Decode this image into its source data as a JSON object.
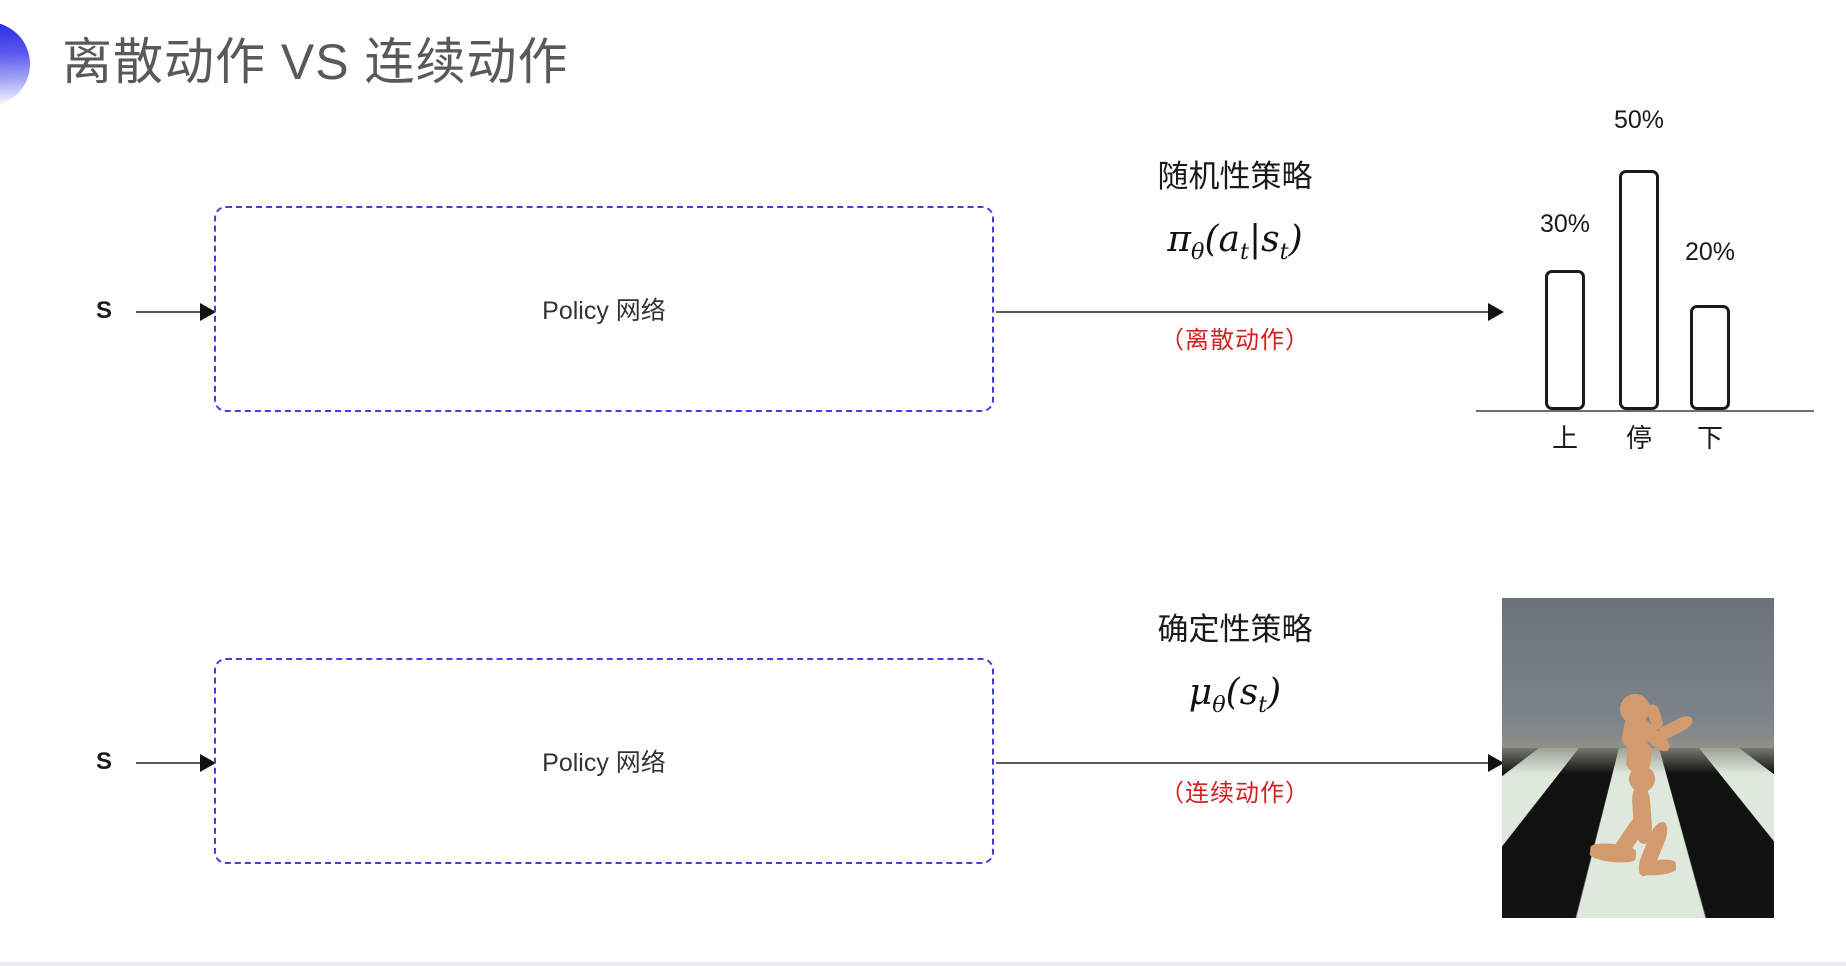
{
  "slide": {
    "title": "离散动作 VS 连续动作",
    "accent_color": "#4040d8",
    "note_color": "#d32020",
    "title_color": "#595959"
  },
  "rows": [
    {
      "id": "discrete",
      "input_label": "S",
      "box_label": "Policy 网络",
      "annotation_title": "随机性策略",
      "annotation_formula": "πθ(at|st)",
      "annotation_note": "（离散动作）"
    },
    {
      "id": "continuous",
      "input_label": "S",
      "box_label": "Policy 网络",
      "annotation_title": "确定性策略",
      "annotation_formula": "μθ(st)",
      "annotation_note": "（连续动作）"
    }
  ],
  "formula_parts": {
    "pi": "π",
    "theta": "θ",
    "open_paren": "(",
    "a": "a",
    "t1": "t",
    "bar": "|",
    "s": "s",
    "t2": "t",
    "close_paren": ")",
    "mu": "μ",
    "mu_open": "(",
    "mu_s": "s",
    "mu_t": "t",
    "mu_close": ")"
  },
  "chart_data": {
    "type": "bar",
    "title": "",
    "xlabel": "",
    "ylabel": "",
    "categories": [
      "上",
      "停",
      "下"
    ],
    "values": [
      30,
      50,
      20
    ],
    "value_labels": [
      "30%",
      "50%",
      "20%"
    ],
    "ylim": [
      0,
      60
    ],
    "grid": false,
    "legend": "none",
    "bar_fill": "#ffffff",
    "bar_stroke": "#1a1a1a",
    "axis_color": "#6e6e6e"
  },
  "simulation": {
    "name": "humanoid-mujoco-render",
    "sky_color": "#6e7681",
    "floor_light": "#dfe8dc",
    "floor_dark": "#111111",
    "body_color": "#d39a6e"
  }
}
